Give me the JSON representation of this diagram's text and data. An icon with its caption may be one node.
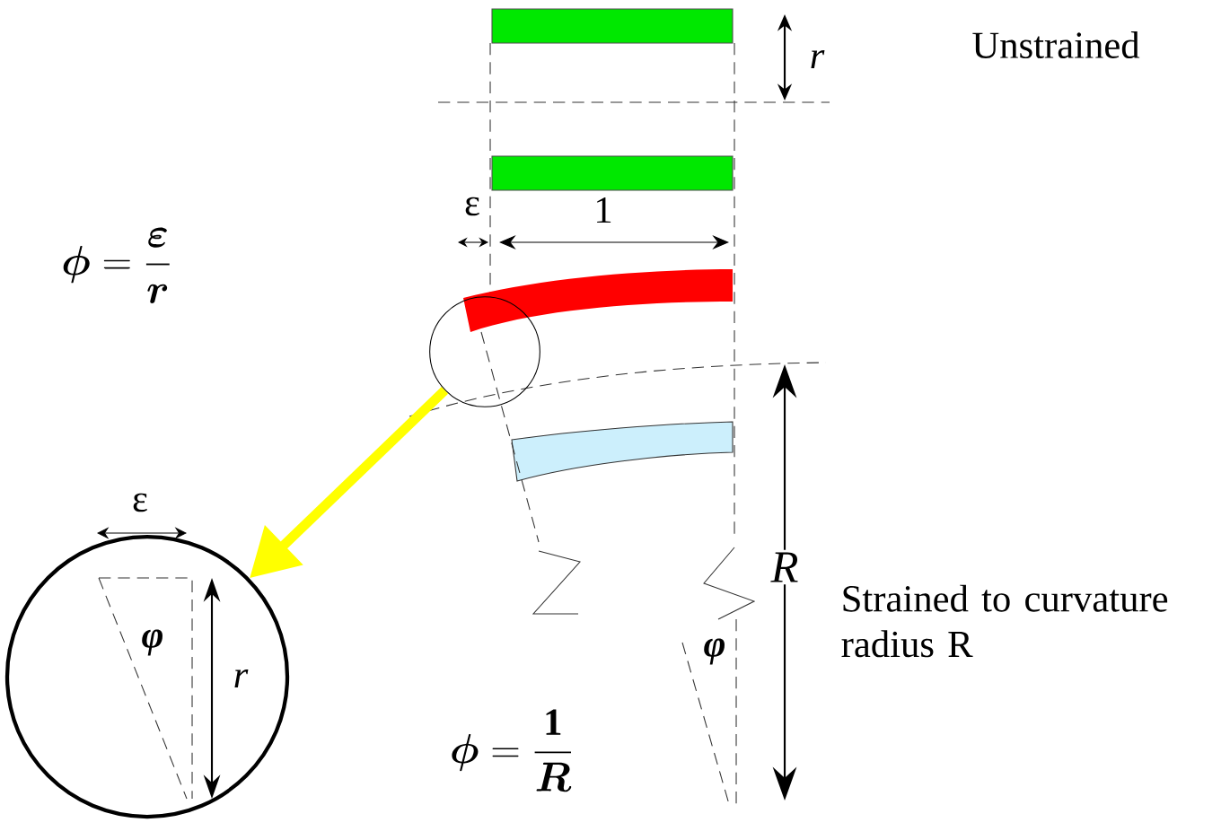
{
  "diagram": {
    "nodes": [
      {
        "text": [],
        "shape": "circle"
      },
      {
        "text": [],
        "shape": "circle"
      }
    ],
    "edges": [
      {
        "from": 0,
        "to": 1,
        "arrow": "to"
      }
    ],
    "labels": [
      "r",
      "Unstrained",
      "ε",
      "1",
      "\\boldsymbol{\\phi} = \\frac{\\boldsymbol{\\varepsilon}}{\\boldsymbol{r}}",
      "ε",
      "φ",
      "r",
      "R",
      "Strained to curvature radius R",
      "φ",
      "\\boldsymbol{\\phi} = \\frac{\\mathbf{1}}{\\boldsymbol{R}}"
    ]
  }
}
